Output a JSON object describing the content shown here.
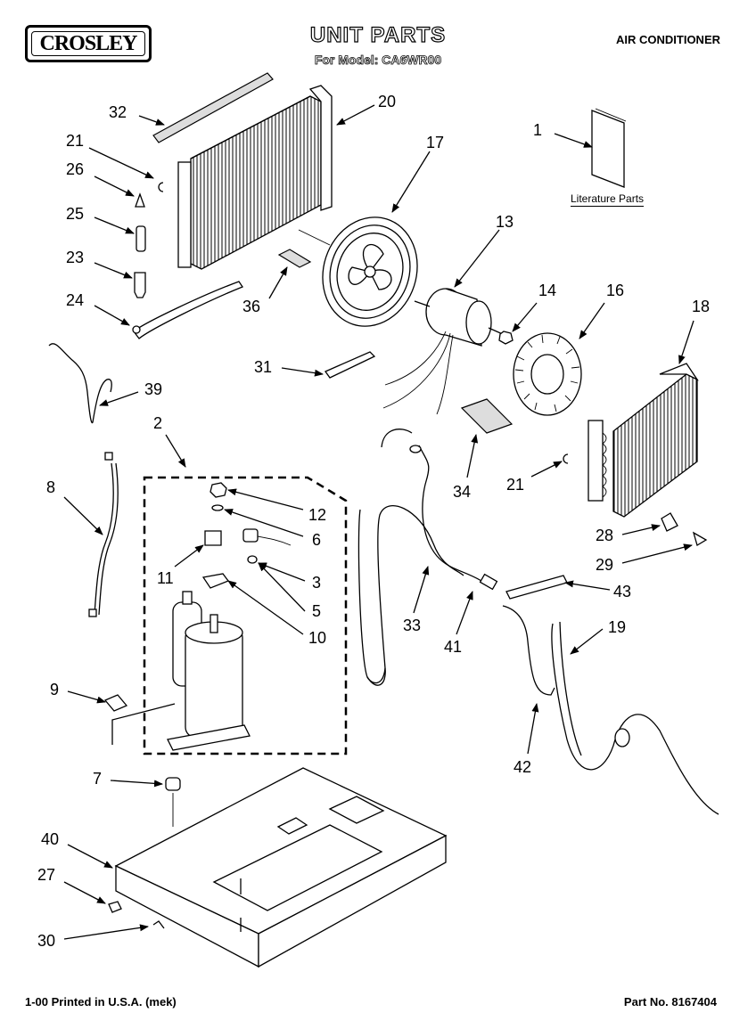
{
  "header": {
    "brand_logo_text": "CROSLEY",
    "title": "UNIT PARTS",
    "subtitle": "For Model: CA6WR00",
    "appliance_type": "AIR CONDITIONER"
  },
  "literature_label": "Literature Parts",
  "footer": {
    "printed": "1-00 Printed in U.S.A. (mek)",
    "part_number": "Part No. 8167404"
  },
  "callouts": [
    {
      "id": "32",
      "label": "32"
    },
    {
      "id": "20",
      "label": "20"
    },
    {
      "id": "21a",
      "label": "21"
    },
    {
      "id": "26",
      "label": "26"
    },
    {
      "id": "17",
      "label": "17"
    },
    {
      "id": "1",
      "label": "1"
    },
    {
      "id": "25",
      "label": "25"
    },
    {
      "id": "13",
      "label": "13"
    },
    {
      "id": "23",
      "label": "23"
    },
    {
      "id": "24",
      "label": "24"
    },
    {
      "id": "36",
      "label": "36"
    },
    {
      "id": "14",
      "label": "14"
    },
    {
      "id": "16",
      "label": "16"
    },
    {
      "id": "18",
      "label": "18"
    },
    {
      "id": "39",
      "label": "39"
    },
    {
      "id": "31",
      "label": "31"
    },
    {
      "id": "2",
      "label": "2"
    },
    {
      "id": "34",
      "label": "34"
    },
    {
      "id": "21b",
      "label": "21"
    },
    {
      "id": "8",
      "label": "8"
    },
    {
      "id": "12",
      "label": "12"
    },
    {
      "id": "6",
      "label": "6"
    },
    {
      "id": "28",
      "label": "28"
    },
    {
      "id": "11",
      "label": "11"
    },
    {
      "id": "3",
      "label": "3"
    },
    {
      "id": "29",
      "label": "29"
    },
    {
      "id": "43",
      "label": "43"
    },
    {
      "id": "5",
      "label": "5"
    },
    {
      "id": "33",
      "label": "33"
    },
    {
      "id": "41",
      "label": "41"
    },
    {
      "id": "19",
      "label": "19"
    },
    {
      "id": "10",
      "label": "10"
    },
    {
      "id": "9",
      "label": "9"
    },
    {
      "id": "42",
      "label": "42"
    },
    {
      "id": "7",
      "label": "7"
    },
    {
      "id": "40",
      "label": "40"
    },
    {
      "id": "27",
      "label": "27"
    },
    {
      "id": "30",
      "label": "30"
    }
  ]
}
